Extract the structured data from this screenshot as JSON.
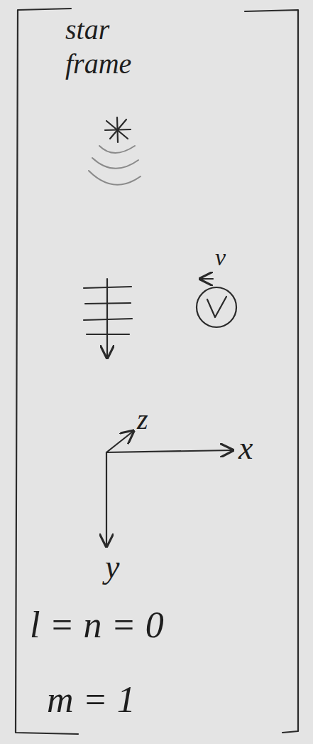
{
  "diagram": {
    "title": "star frame",
    "labels": [
      "v",
      "z",
      "x",
      "y",
      "l = n = 0",
      "m = 1"
    ]
  }
}
